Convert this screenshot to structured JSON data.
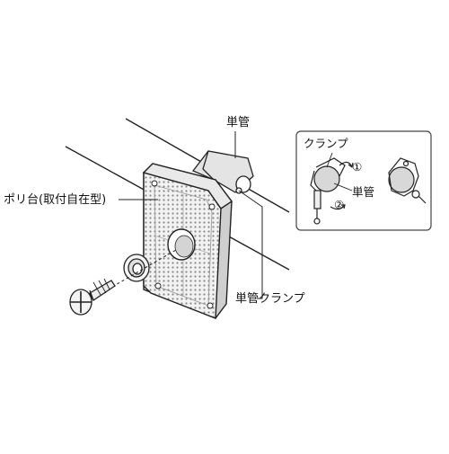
{
  "labels": {
    "single_pipe_top": "単管",
    "poly_base": "ポリ台(取付自在型)",
    "single_pipe_clamp": "単管クランプ",
    "inset_clamp": "クランプ",
    "inset_pipe": "単管",
    "step_1": "①",
    "step_2": "②"
  },
  "colors": {
    "line": "#222222",
    "plate_face": "#f0f0f0",
    "plate_dots": "#8a8a8a",
    "pipe_fill": "#d8d8d8",
    "inset_border": "#444444"
  },
  "icons": [
    "screw-icon",
    "washer-icon",
    "clamp-icon"
  ]
}
